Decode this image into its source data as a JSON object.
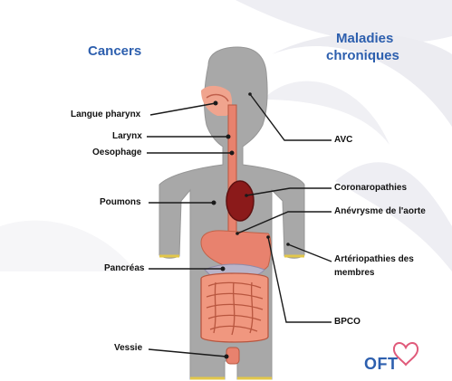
{
  "headers": {
    "left": "Cancers",
    "right_line1": "Maladies",
    "right_line2": "chroniques"
  },
  "cancer_labels": {
    "langue_pharynx": "Langue pharynx",
    "larynx": "Larynx",
    "oesophage": "Oesophage",
    "poumons": "Poumons",
    "pancreas": "Pancréas",
    "vessie": "Vessie"
  },
  "chronic_labels": {
    "avc": "AVC",
    "coronaropathies": "Coronaropathies",
    "anevrysme": "Anévrysme de l'aorte",
    "arteriopathies_line1": "Artériopathies des",
    "arteriopathies_line2": "membres",
    "bpco": "BPCO"
  },
  "logo": {
    "text": "OFT",
    "icon": "heart-outline-icon"
  },
  "colors": {
    "header_blue": "#2d5fae",
    "body_gray": "#a8a8a8",
    "heart_red": "#8b1a1a",
    "organ_salmon": "#e8826e",
    "logo_heart": "#e05a7a"
  }
}
